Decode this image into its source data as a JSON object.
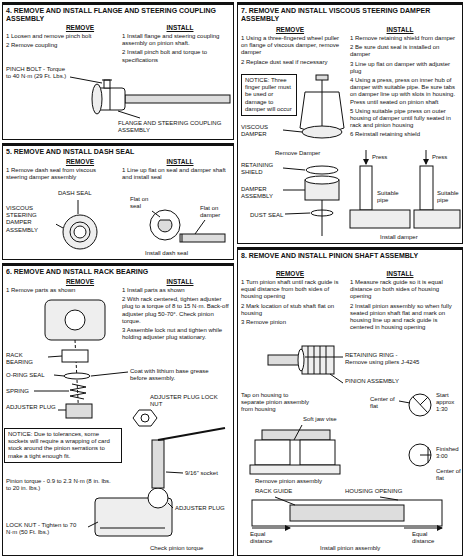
{
  "diagram": {
    "nodes": [
      {
        "text": [
          "4. REMOVE AND INSTALL FLANGE AND STEERING COUPLING ASSEMBLY"
        ]
      },
      {
        "text": [
          "5. REMOVE AND INSTALL DASH SEAL"
        ]
      },
      {
        "text": [
          "6. REMOVE AND INSTALL RACK BEARING"
        ]
      },
      {
        "text": [
          "NOTICE: Due to tolerances, some sockets will require a wrapping of card stock around the pinion serrations to make a tight enough fit."
        ],
        "in": 2
      },
      {
        "text": [
          "7. REMOVE AND INSTALL VISCOUS STEERING DAMPER ASSEMBLY"
        ]
      },
      {
        "text": [
          "NOTICE: Three finger puller must be used or damage to damper will occur"
        ],
        "in": 4
      },
      {
        "text": [
          "8. REMOVE AND INSTALL PINION SHAFT ASSEMBLY"
        ]
      }
    ],
    "labels": [
      "REMOVE",
      "INSTALL",
      "1 Loosen and remove pinch bolt",
      "2 Remove coupling",
      "1 Install flange and steering coupling assembly on pinion shaft.",
      "2 Install pinch bolt and torque to specifications",
      "PINCH BOLT - Torque to 40 N·m (29 Ft. Lbs.)",
      "FLANGE AND STEERING COUPLING ASSEMBLY",
      "REMOVE",
      "INSTALL",
      "1 Remove dash seal from viscous steering damper assembly",
      "1 Line up flat on seal and damper shaft and install seal",
      "DASH SEAL",
      "VISCOUS STEERING DAMPER ASSEMBLY",
      "Flat on seal",
      "Flat on damper",
      "Install dash seal",
      "REMOVE",
      "INSTALL",
      "1 Remove parts as shown",
      "1 Install parts as shown",
      "2 With rack centered, tighten adjuster plug to a torque of 8 to 15 N·m. Back-off adjuster plug 50-70°. Check pinion torque.",
      "3 Assemble lock nut and tighten while holding adjuster plug stationary.",
      "RACK BEARING",
      "O-RING SEAL",
      "SPRING",
      "ADJUSTER PLUG",
      "Coat with lithium base grease before assembly.",
      "ADJUSTER PLUG LOCK NUT",
      "Pinion torque - 0.9 to 2.3 N·m (8 in. lbs. to 20 in. lbs.)",
      "9/16\" socket",
      "ADJUSTER PLUG",
      "LOCK NUT - Tighten to 70 N·m (50 Ft. lbs.)",
      "Check pinion torque",
      "REMOVE",
      "INSTALL",
      "1 Using a three-fingered wheel puller on flange of viscous damper, remove damper",
      "2 Replace dust seal if necessary",
      "1 Remove retaining shield from damper",
      "2 Be sure dust seal is installed on damper",
      "3 Line up flat on damper with adjuster plug",
      "4 Using a press, press on inner hub of damper with suitable pipe. Be sure tabs on damper line up with slots in housing. Press until seated on pinion shaft",
      "5 Using suitable pipe press on outer housing of damper until fully seated in rack and pinion housing",
      "6 Reinstall retaining shield",
      "VISCOUS DAMPER",
      "Remove Damper",
      "RETAINING SHIELD",
      "DAMPER ASSEMBLY",
      "DUST SEAL",
      "Press",
      "Press",
      "Suitable pipe",
      "Suitable pipe",
      "Install damper",
      "REMOVE",
      "INSTALL",
      "1 Turn pinion shaft until rack guide is equal distance from both sides of housing opening",
      "2 Mark location of stub shaft flat on housing",
      "3 Remove pinion",
      "1 Measure rack guide so it is equal distance on both sides of housing opening",
      "2 Install pinion assembly so when fully seated pinion shaft flat and mark on housing line up and rack guide is centered in housing opening",
      "RETAINING RING - Remove using pliers J-4245",
      "PINION ASSEMBLY",
      "Tap on housing to separate pinion assembly from housing",
      "Soft jaw vise",
      "Remove pinion assembly",
      "Center of flat",
      "Start approx 1:30",
      "Finished 3:00",
      "Center of flat",
      "RACK GUIDE",
      "HOUSING OPENING",
      "Equal distance",
      "Equal distance",
      "Install pinion assembly"
    ]
  }
}
